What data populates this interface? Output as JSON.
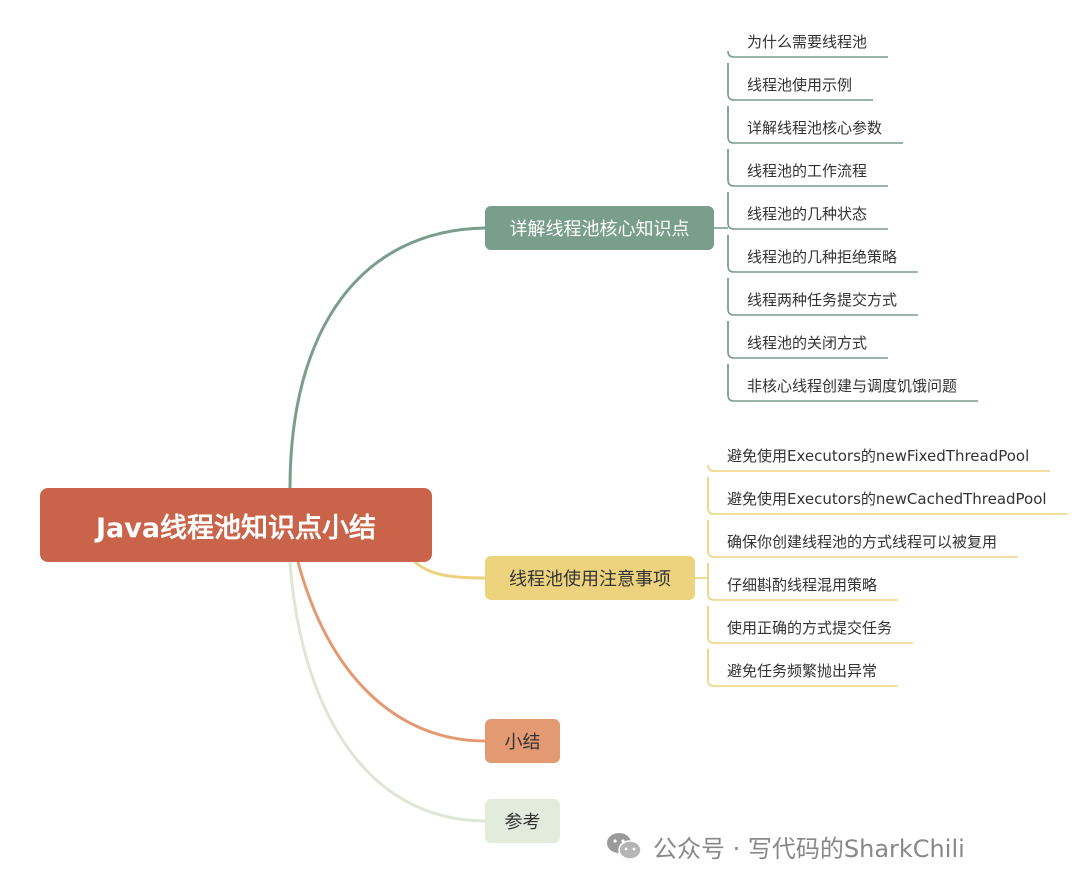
{
  "root": {
    "label": "Java线程池知识点小结"
  },
  "branches": [
    {
      "label": "详解线程池核心知识点",
      "color": "#7a9e8c",
      "children": [
        "为什么需要线程池",
        "线程池使用示例",
        "详解线程池核心参数",
        "线程池的工作流程",
        "线程池的几种状态",
        "线程池的几种拒绝策略",
        "线程两种任务提交方式",
        "线程池的关闭方式",
        "非核心线程创建与调度饥饿问题"
      ]
    },
    {
      "label": "线程池使用注意事项",
      "color": "#edd37e",
      "children": [
        "避免使用Executors的newFixedThreadPool",
        "避免使用Executors的newCachedThreadPool",
        "确保你创建线程池的方式线程可以被复用",
        "仔细斟酌线程混用策略",
        "使用正确的方式提交任务",
        "避免任务频繁抛出异常"
      ]
    },
    {
      "label": "小结",
      "color": "#e39a72",
      "children": []
    },
    {
      "label": "参考",
      "color": "#e3ebdc",
      "children": []
    }
  ],
  "watermark": {
    "text": "公众号 · 写代码的SharkChili",
    "icon": "wechat-icon"
  }
}
